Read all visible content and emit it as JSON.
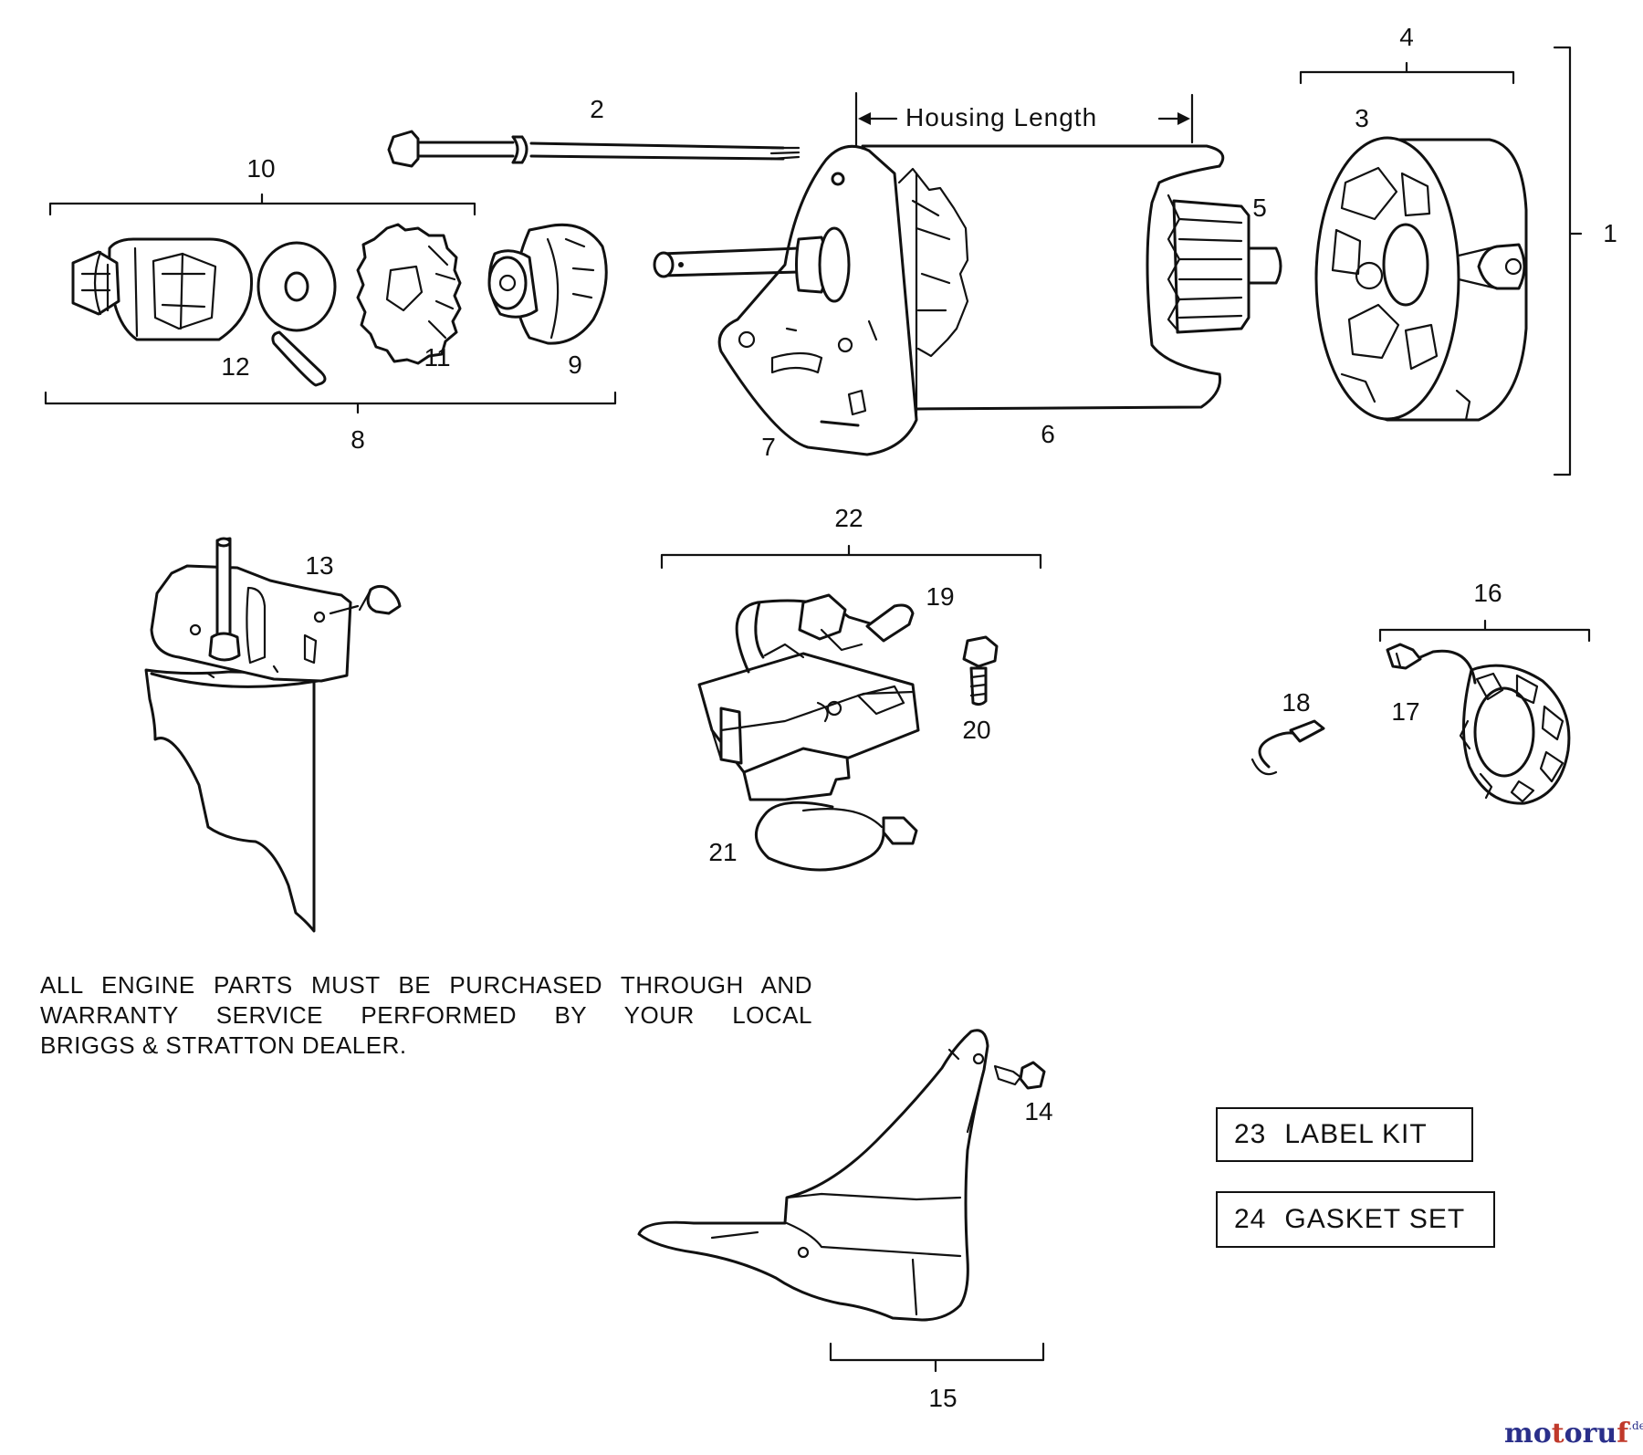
{
  "housing_length": "Housing Length",
  "callouts": {
    "c1": "1",
    "c2": "2",
    "c3": "3",
    "c4": "4",
    "c5": "5",
    "c6": "6",
    "c7": "7",
    "c8": "8",
    "c9": "9",
    "c10": "10",
    "c11": "11",
    "c12": "12",
    "c13": "13",
    "c14": "14",
    "c15": "15",
    "c16": "16",
    "c17": "17",
    "c18": "18",
    "c19": "19",
    "c20": "20",
    "c21": "21",
    "c22": "22"
  },
  "notice": {
    "line1": "ALL ENGINE PARTS MUST BE PURCHASED THROUGH AND",
    "line2": "WARRANTY SERVICE PERFORMED BY YOUR LOCAL",
    "line3": "BRIGGS & STRATTON DEALER."
  },
  "kits": [
    {
      "number": "23",
      "label": "LABEL KIT"
    },
    {
      "number": "24",
      "label": "GASKET SET"
    }
  ],
  "watermark": {
    "main": "motoruf",
    "suffix": ".de",
    "colors": {
      "a": "#2a2f8a",
      "b": "#c0392b"
    }
  }
}
